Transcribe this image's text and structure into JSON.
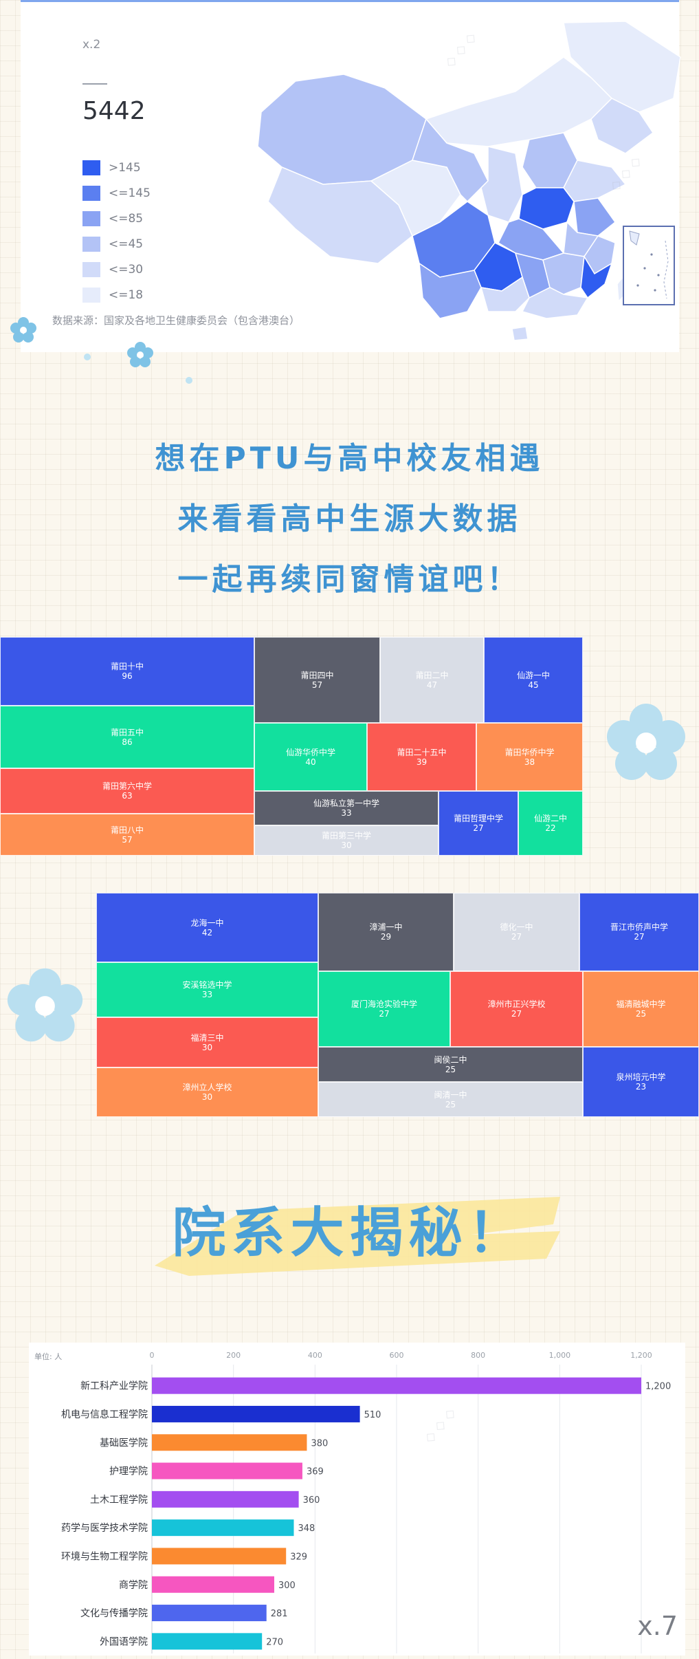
{
  "map": {
    "scale_label": "x.2",
    "total": "5442",
    "legend": [
      {
        "label": ">145",
        "color": "#2f5df0"
      },
      {
        "label": "<=145",
        "color": "#5b7ff0"
      },
      {
        "label": "<=85",
        "color": "#8aa3f3"
      },
      {
        "label": "<=45",
        "color": "#b3c3f6"
      },
      {
        "label": "<=30",
        "color": "#d1dbf9"
      },
      {
        "label": "<=18",
        "color": "#e6ecfb"
      }
    ],
    "source": "数据来源：国家及各地卫生健康委员会（包含港澳台）"
  },
  "headline": {
    "line1": "想在PTU与高中校友相遇",
    "line2": "来看看高中生源大数据",
    "line3": "一起再续同窗情谊吧！"
  },
  "treemap_putian": {
    "cells": [
      {
        "name": "莆田十中",
        "value": "96",
        "color": "#3a57e8"
      },
      {
        "name": "莆田五中",
        "value": "86",
        "color": "#12e09e"
      },
      {
        "name": "莆田第六中学",
        "value": "63",
        "color": "#fb5a52"
      },
      {
        "name": "莆田八中",
        "value": "57",
        "color": "#fe8f52"
      },
      {
        "name": "莆田四中",
        "value": "57",
        "color": "#5b5e6b"
      },
      {
        "name": "莆田二中",
        "value": "47",
        "color": "#d9dde6"
      },
      {
        "name": "仙游一中",
        "value": "45",
        "color": "#3a57e8"
      },
      {
        "name": "仙游华侨中学",
        "value": "40",
        "color": "#12e09e"
      },
      {
        "name": "莆田二十五中",
        "value": "39",
        "color": "#fb5a52"
      },
      {
        "name": "莆田华侨中学",
        "value": "38",
        "color": "#fe8f52"
      },
      {
        "name": "仙游私立第一中学",
        "value": "33",
        "color": "#5b5e6b"
      },
      {
        "name": "莆田第三中学",
        "value": "30",
        "color": "#d9dde6"
      },
      {
        "name": "莆田哲理中学",
        "value": "27",
        "color": "#3a57e8"
      },
      {
        "name": "仙游二中",
        "value": "22",
        "color": "#12e09e"
      }
    ]
  },
  "treemap_others": {
    "cells": [
      {
        "name": "龙海一中",
        "value": "42",
        "color": "#3a57e8"
      },
      {
        "name": "安溪铭选中学",
        "value": "33",
        "color": "#12e09e"
      },
      {
        "name": "福清三中",
        "value": "30",
        "color": "#fb5a52"
      },
      {
        "name": "漳州立人学校",
        "value": "30",
        "color": "#fe8f52"
      },
      {
        "name": "漳浦一中",
        "value": "29",
        "color": "#5b5e6b"
      },
      {
        "name": "德化一中",
        "value": "27",
        "color": "#d9dde6"
      },
      {
        "name": "晋江市侨声中学",
        "value": "27",
        "color": "#3a57e8"
      },
      {
        "name": "厦门海沧实验中学",
        "value": "27",
        "color": "#12e09e"
      },
      {
        "name": "漳州市正兴学校",
        "value": "27",
        "color": "#fb5a52"
      },
      {
        "name": "福清融城中学",
        "value": "25",
        "color": "#fe8f52"
      },
      {
        "name": "闽侯二中",
        "value": "25",
        "color": "#5b5e6b"
      },
      {
        "name": "闽清一中",
        "value": "25",
        "color": "#d9dde6"
      },
      {
        "name": "泉州培元中学",
        "value": "23",
        "color": "#3a57e8"
      }
    ]
  },
  "section_title": "院系大揭秘！",
  "chart_data": {
    "type": "bar",
    "orientation": "horizontal",
    "unit_label": "单位: 人",
    "categories": [
      "新工科产业学院",
      "机电与信息工程学院",
      "基础医学院",
      "护理学院",
      "土木工程学院",
      "药学与医学技术学院",
      "环境与生物工程学院",
      "商学院",
      "文化与传播学院",
      "外国语学院"
    ],
    "values": [
      1200,
      510,
      380,
      369,
      360,
      348,
      329,
      300,
      281,
      270
    ],
    "value_labels": [
      "1,200",
      "510",
      "380",
      "369",
      "360",
      "348",
      "329",
      "300",
      "281",
      "270"
    ],
    "colors": [
      "#a34ef0",
      "#1a2fd0",
      "#fb8a30",
      "#f656c0",
      "#a34ef0",
      "#16c3d9",
      "#fb8a30",
      "#f656c0",
      "#4e66ee",
      "#16c3d9"
    ],
    "xlim": [
      0,
      1200
    ],
    "ticks": [
      "0",
      "200",
      "400",
      "600",
      "800",
      "1,000",
      "1,200"
    ],
    "grid": true,
    "corner_label": "x.7"
  }
}
